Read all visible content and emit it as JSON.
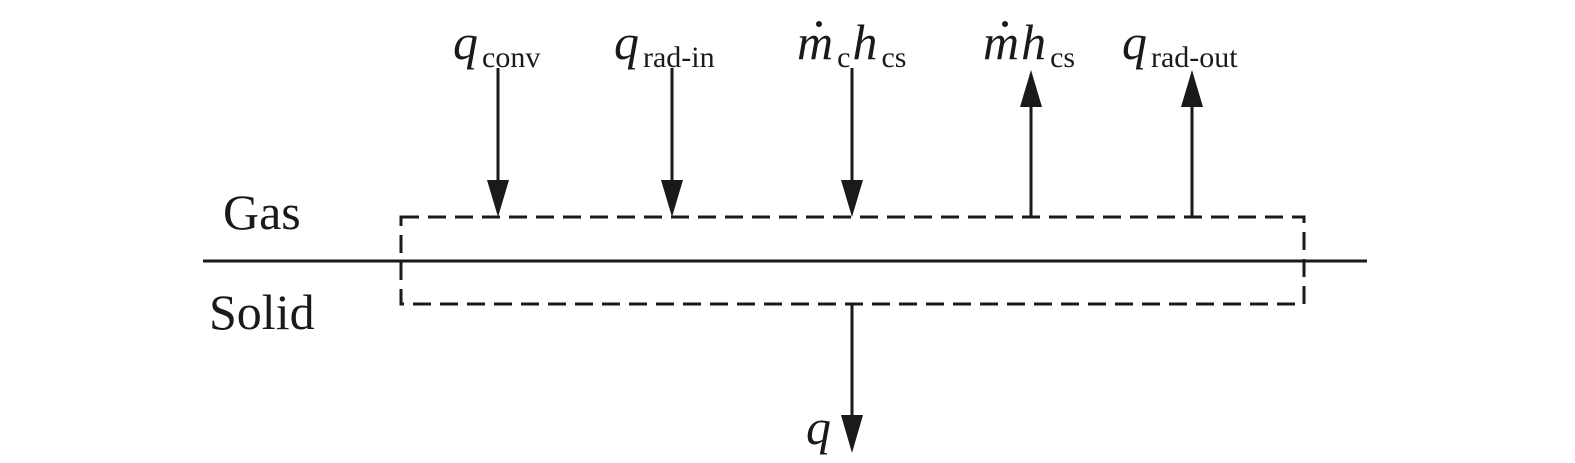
{
  "regions": {
    "gas": "Gas",
    "solid": "Solid"
  },
  "fluxes": {
    "q_conv": {
      "symbol": "q",
      "sub": "conv",
      "direction": "in"
    },
    "q_rad_in": {
      "symbol": "q",
      "sub": "rad-in",
      "direction": "in"
    },
    "mc_hcs": {
      "symbol1": "m",
      "sub1": "c",
      "symbol2": "h",
      "sub2": "cs",
      "direction": "in"
    },
    "m_hcs": {
      "symbol1": "m",
      "symbol2": "h",
      "sub2": "cs",
      "direction": "out"
    },
    "q_rad_out": {
      "symbol": "q",
      "sub": "rad-out",
      "direction": "out"
    },
    "q": {
      "symbol": "q",
      "direction": "out-to-solid"
    }
  },
  "colors": {
    "line": "#1a1a1a"
  }
}
